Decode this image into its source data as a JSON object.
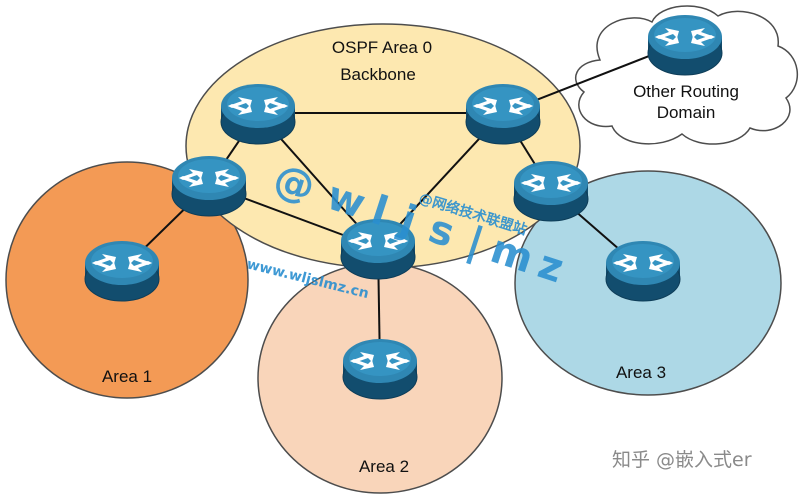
{
  "areas": {
    "backbone": {
      "line1": "OSPF Area 0",
      "line2": "Backbone",
      "color": "#fde8b0"
    },
    "area1": {
      "label": "Area 1",
      "color": "#f39a55"
    },
    "area2": {
      "label": "Area 2",
      "color": "#f9d5ba"
    },
    "area3": {
      "label": "Area 3",
      "color": "#add8e6"
    }
  },
  "cloud": {
    "line1": "Other Routing",
    "line2": "Domain"
  },
  "watermark": {
    "at_sign": "@",
    "letters": [
      "w",
      "l",
      "j",
      "s",
      "l",
      "m",
      "z"
    ],
    "separator": "|",
    "cn_site": "@网络技术联盟站",
    "url": "www.wljslmz.cn"
  },
  "brand": "知乎 @嵌入式er",
  "router_color": "#1f6d95"
}
